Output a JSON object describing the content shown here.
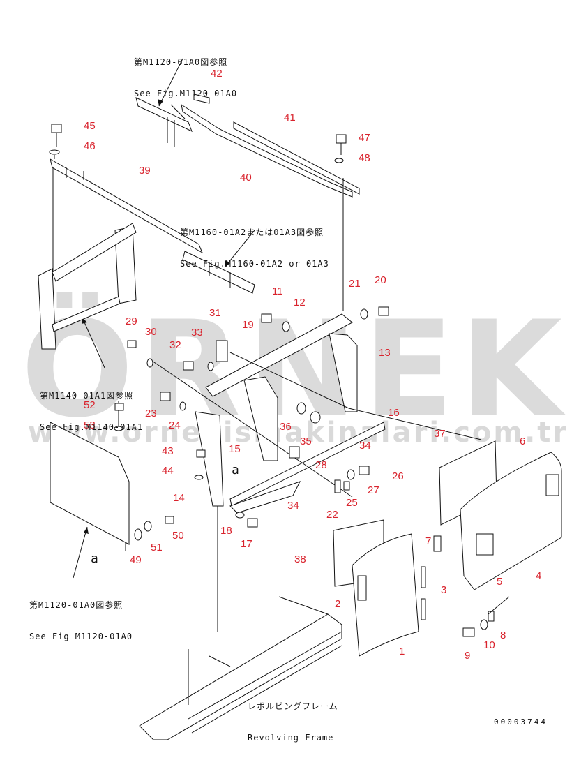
{
  "watermark": {
    "brand": "ÖRNEK",
    "url": "www.ornekismakinalari.com.tr",
    "color": "#d0d0d0"
  },
  "label_color": "#d9232d",
  "references": [
    {
      "id": "ref-m1120-top",
      "jp": "第M1120-01A0図参照",
      "en": "See Fig.M1120-01A0"
    },
    {
      "id": "ref-m1160",
      "jp": "第M1160-01A2または01A3図参照",
      "en": "See Fig.M1160-01A2 or 01A3"
    },
    {
      "id": "ref-m1140",
      "jp": "第M1140-01A1図参照",
      "en": "See Fig.M1140-01A1"
    },
    {
      "id": "ref-m1120-bottom",
      "jp": "第M1120-01A0図参照",
      "en": "See Fig M1120-01A0"
    },
    {
      "id": "ref-revolving",
      "jp": "レボルビングフレーム",
      "en": "Revolving Frame"
    }
  ],
  "view_marks": [
    "a",
    "a"
  ],
  "figure_code": "00003744",
  "part_numbers": [
    "1",
    "2",
    "3",
    "4",
    "5",
    "6",
    "7",
    "8",
    "9",
    "10",
    "11",
    "12",
    "13",
    "14",
    "15",
    "16",
    "17",
    "18",
    "19",
    "20",
    "21",
    "22",
    "23",
    "24",
    "25",
    "26",
    "27",
    "28",
    "29",
    "30",
    "31",
    "32",
    "33",
    "34",
    "34",
    "35",
    "36",
    "37",
    "38",
    "39",
    "40",
    "41",
    "42",
    "43",
    "44",
    "45",
    "46",
    "47",
    "48",
    "49",
    "50",
    "51",
    "52",
    "53"
  ]
}
